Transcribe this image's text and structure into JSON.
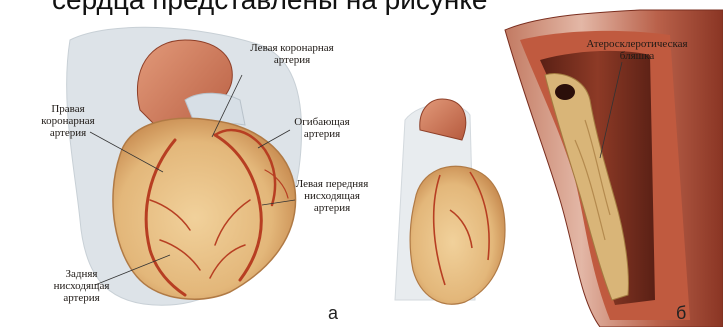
{
  "caption": "сердца представлены на рисунке",
  "labels": {
    "left_coronary": "Левая коронарная артерия",
    "right_coronary": "Правая коронарная артерия",
    "circumflex": "Огибающая артерия",
    "left_anterior_descending": "Левая передняя нисходящая артерия",
    "posterior_descending": "Задняя нисходящая артерия",
    "plaque": "Атеросклеротическая бляшка"
  },
  "panels": {
    "a": "а",
    "b": "б"
  },
  "colors": {
    "aorta": "#c96d4f",
    "heart": "#e7c08a",
    "vessel": "#b73e22",
    "plaque": "#d9b578",
    "background_tissue": "#dde3e8",
    "artery_wall": "#a2442d"
  }
}
